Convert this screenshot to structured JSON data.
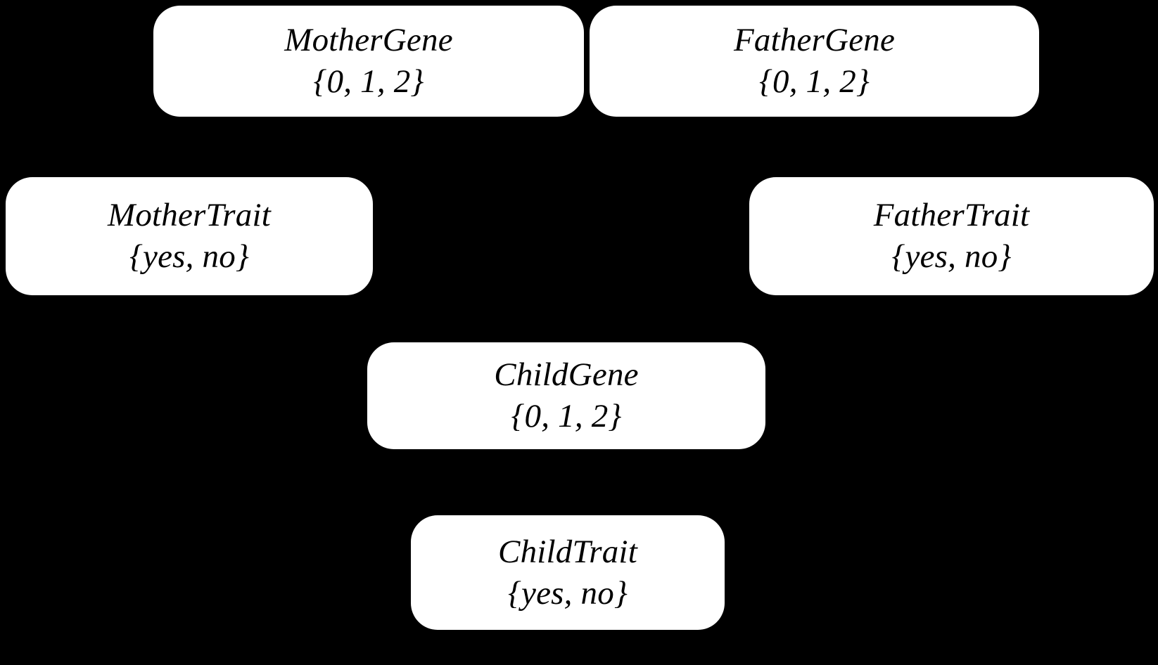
{
  "diagram": {
    "type": "bayesian-network",
    "background_color": "#000000",
    "node_fill_color": "#ffffff",
    "node_text_color": "#000000",
    "nodes": [
      {
        "id": "mother-gene",
        "title": "MotherGene",
        "domain": "{0, 1, 2}"
      },
      {
        "id": "father-gene",
        "title": "FatherGene",
        "domain": "{0, 1, 2}"
      },
      {
        "id": "mother-trait",
        "title": "MotherTrait",
        "domain": "{yes, no}"
      },
      {
        "id": "father-trait",
        "title": "FatherTrait",
        "domain": "{yes, no}"
      },
      {
        "id": "child-gene",
        "title": "ChildGene",
        "domain": "{0, 1, 2}"
      },
      {
        "id": "child-trait",
        "title": "ChildTrait",
        "domain": "{yes, no}"
      }
    ]
  }
}
